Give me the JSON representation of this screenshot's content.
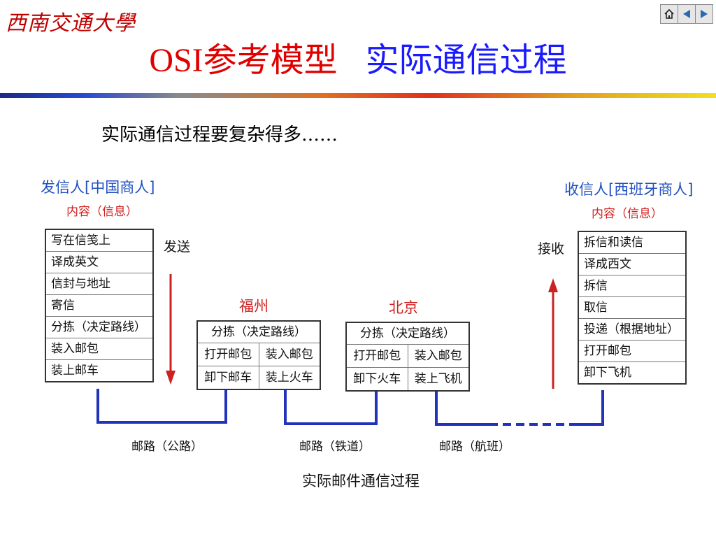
{
  "logo": "西南交通大學",
  "title": {
    "part1": "OSI参考模型",
    "part2": "实际通信过程"
  },
  "subtitle": "实际通信过程要复杂得多……",
  "sender": {
    "title": "发信人[中国商人]",
    "content": "内容（信息）",
    "steps": [
      "写在信笺上",
      "译成英文",
      "信封与地址",
      "寄信",
      "分拣（决定路线）",
      "装入邮包",
      "装上邮车"
    ]
  },
  "send_label": "发送",
  "fuzhou": {
    "title": "福州",
    "top": "分拣（决定路线）",
    "row1": [
      "打开邮包",
      "装入邮包"
    ],
    "row2": [
      "卸下邮车",
      "装上火车"
    ]
  },
  "beijing": {
    "title": "北京",
    "top": "分拣（决定路线）",
    "row1": [
      "打开邮包",
      "装入邮包"
    ],
    "row2": [
      "卸下火车",
      "装上飞机"
    ]
  },
  "receiver": {
    "title": "收信人[西班牙商人]",
    "content": "内容（信息）",
    "steps": [
      "拆信和读信",
      "译成西文",
      "拆信",
      "取信",
      "投递（根据地址）",
      "打开邮包",
      "卸下飞机"
    ]
  },
  "receive_label": "接收",
  "routes": [
    "邮路（公路）",
    "邮路（铁道）",
    "邮路（航班）"
  ],
  "caption": "实际邮件通信过程",
  "colors": {
    "title_red": "#e00000",
    "title_blue": "#1a1aff",
    "wire": "#2233bb",
    "arrow": "#cc2222",
    "label_blue": "#2050c0"
  }
}
